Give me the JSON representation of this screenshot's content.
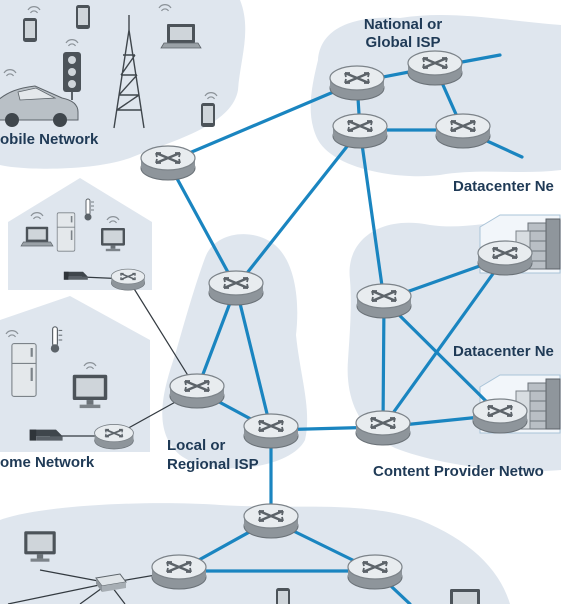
{
  "labels": {
    "national_isp_line1": "National or",
    "national_isp_line2": "Global ISP",
    "mobile_network": "obile Network",
    "datacenter_1": "Datacenter Ne",
    "datacenter_2": "Datacenter Ne",
    "home_network": "ome Network",
    "regional_isp_line1": "Local or",
    "regional_isp_line2": "Regional ISP",
    "content_provider": "Content Provider Netwo"
  },
  "colors": {
    "link": "#1a85c0",
    "cloud": "#dfe6ee",
    "router_top": "#e8ecef",
    "router_side": "#8e959b",
    "label": "#1f3a56"
  },
  "icons": [
    "router-icon",
    "phone-icon",
    "traffic-light-icon",
    "car-icon",
    "cell-tower-icon",
    "laptop-icon",
    "fridge-icon",
    "thermometer-icon",
    "desktop-icon",
    "modem-icon",
    "server-rack-icon",
    "switch-icon"
  ]
}
